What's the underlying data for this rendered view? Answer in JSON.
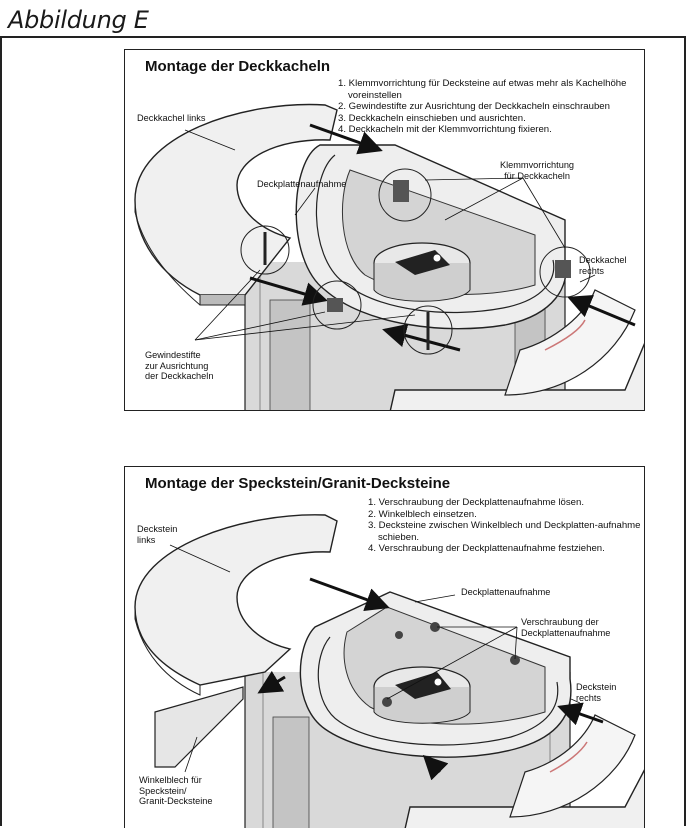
{
  "page_title": "Abbildung E",
  "figure1": {
    "title": "Montage der Deckkacheln",
    "steps": [
      "1. Klemmvorrichtung für Decksteine auf etwas mehr als Kachelhöhe voreinstellen",
      "2. Gewindestifte zur Ausrichtung der Deckkacheln einschrauben",
      "3. Deckkacheln einschieben und ausrichten.",
      "4. Deckkacheln mit der Klemmvorrichtung fixieren."
    ],
    "labels": {
      "tile_left": "Deckkachel links",
      "plate_holder": "Deckplattenaufnahme",
      "clamp_line1": "Klemmvorrichtung",
      "clamp_line2": "für Deckkacheln",
      "tile_right_line1": "Deckkachel",
      "tile_right_line2": "rechts",
      "pins_line1": "Gewindestifte",
      "pins_line2": "zur Ausrichtung",
      "pins_line3": "der Deckkacheln"
    }
  },
  "figure2": {
    "title": "Montage der Speckstein/Granit-Decksteine",
    "steps": [
      "1. Verschraubung der Deckplattenaufnahme lösen.",
      "2. Winkelblech einsetzen.",
      "3. Decksteine zwischen Winkelblech und Deckplatten-aufnahme schieben.",
      "4. Verschraubung der Deckplattenaufnahme festziehen."
    ],
    "labels": {
      "stone_left_line1": "Deckstein",
      "stone_left_line2": "links",
      "plate_holder": "Deckplattenaufnahme",
      "screw_line1": "Verschraubung der",
      "screw_line2": "Deckplattenaufnahme",
      "stone_right_line1": "Deckstein",
      "stone_right_line2": "rechts",
      "bracket_line1": "Winkelblech für",
      "bracket_line2": "Speckstein/",
      "bracket_line3": "Granit-Decksteine"
    }
  }
}
